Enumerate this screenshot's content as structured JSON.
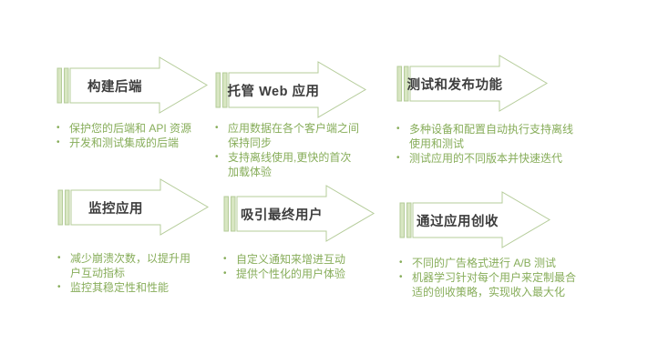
{
  "diagram": {
    "type": "process-arrows",
    "colors": {
      "arrow_outline": "#b5cc9a",
      "bar_fill": "#d8e6c2",
      "arrow_fill": "#ffffff",
      "title_text": "#3d3d3d",
      "bullet_text": "#87ad5a",
      "background": "#ffffff"
    },
    "sections": [
      {
        "title": "构建后端",
        "bullets": [
          "保护您的后端和 API 资源",
          "开发和测试集成的后端"
        ]
      },
      {
        "title": "托管 Web 应用",
        "bullets": [
          "应用数据在各个客户端之间保持同步",
          "支持离线使用,更快的首次加载体验"
        ]
      },
      {
        "title": "测试和发布功能",
        "bullets": [
          "多种设备和配置自动执行支持离线使用和测试",
          "测试应用的不同版本并快速迭代"
        ]
      },
      {
        "title": "监控应用",
        "bullets": [
          "减少崩溃次数，以提升用户互动指标",
          "监控其稳定性和性能"
        ]
      },
      {
        "title": "吸引最终用户",
        "bullets": [
          "自定义通知来增进互动",
          "提供个性化的用户体验"
        ]
      },
      {
        "title": "通过应用创收",
        "bullets": [
          "不同的广告格式进行 A/B 测试",
          "机器学习针对每个用户来定制最合适的创收策略，实现收入最大化"
        ]
      }
    ]
  }
}
